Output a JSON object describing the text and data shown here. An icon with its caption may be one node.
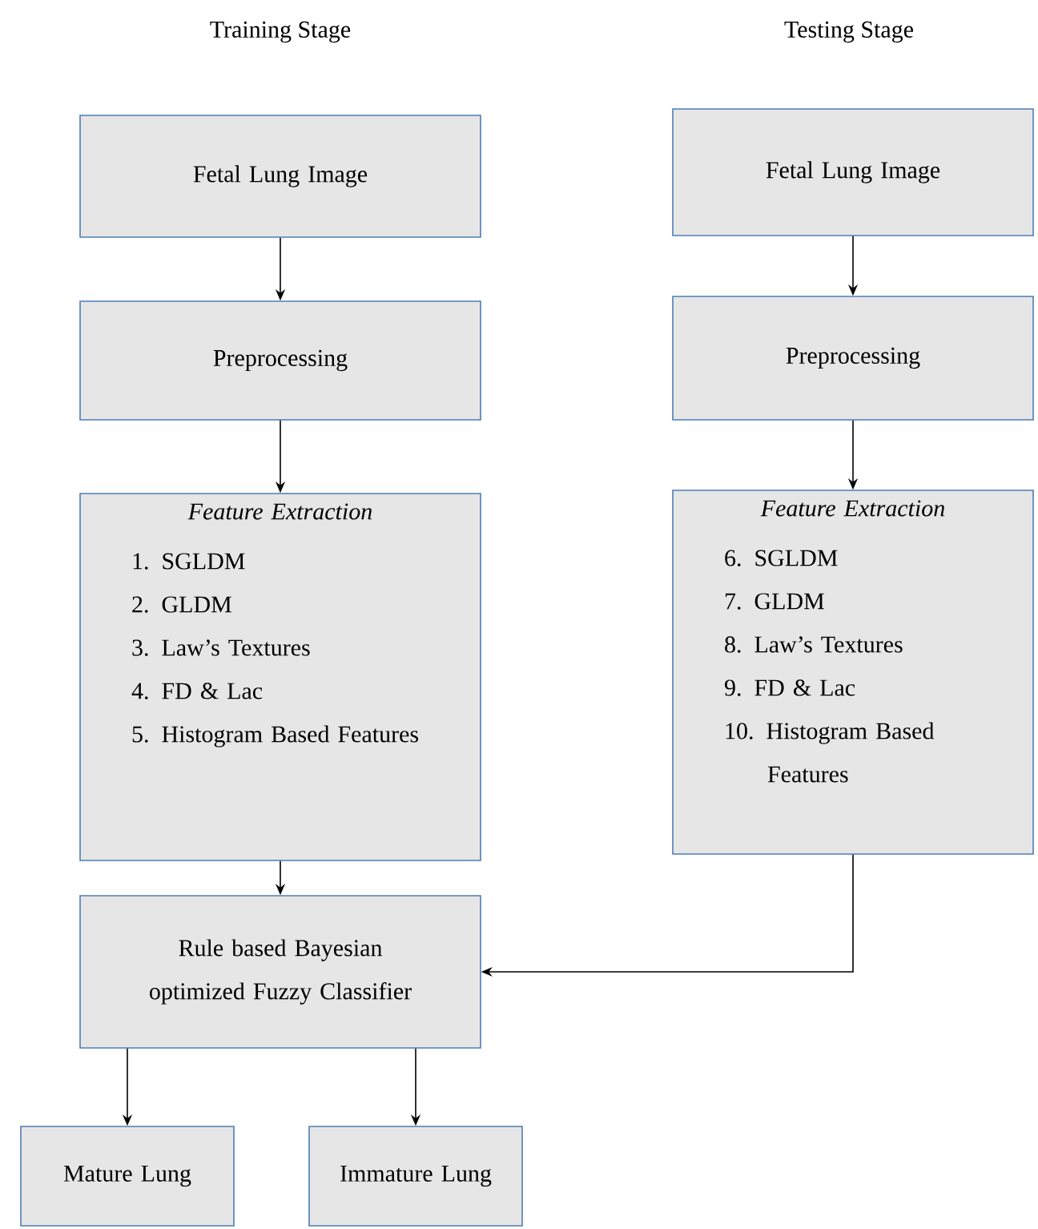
{
  "diagram": {
    "nodes": [
      {
        "text": [
          "Fetal Lung Image"
        ]
      },
      {
        "text": [
          "Preprocessing"
        ]
      },
      {
        "text": [
          "Feature Extraction",
          "1. SGLDM",
          "2. GLDM",
          "3. Law’s Textures",
          "4. FD & Lac",
          "5. Histogram Based Features"
        ]
      },
      {
        "text": [
          "Fetal Lung Image"
        ]
      },
      {
        "text": [
          "Preprocessing"
        ]
      },
      {
        "text": [
          "Feature Extraction",
          "6. SGLDM",
          "7. GLDM",
          "8. Law’s Textures",
          "9. FD & Lac",
          "10. Histogram Based Features"
        ]
      },
      {
        "text": [
          "Rule based Bayesian optimized Fuzzy Classifier"
        ]
      },
      {
        "text": [
          "Mature Lung"
        ]
      },
      {
        "text": [
          "Immature Lung"
        ]
      }
    ],
    "edges": [
      {
        "from": 0,
        "to": 1,
        "arrow": "to"
      },
      {
        "from": 1,
        "to": 2,
        "arrow": "to"
      },
      {
        "from": 2,
        "to": 6,
        "arrow": "to"
      },
      {
        "from": 3,
        "to": 4,
        "arrow": "to"
      },
      {
        "from": 4,
        "to": 5,
        "arrow": "to"
      },
      {
        "from": 5,
        "to": 6,
        "arrow": "to"
      },
      {
        "from": 6,
        "to": 7,
        "arrow": "to"
      },
      {
        "from": 6,
        "to": 8,
        "arrow": "to"
      }
    ],
    "labels": [
      "Training Stage",
      "Testing Stage"
    ]
  }
}
